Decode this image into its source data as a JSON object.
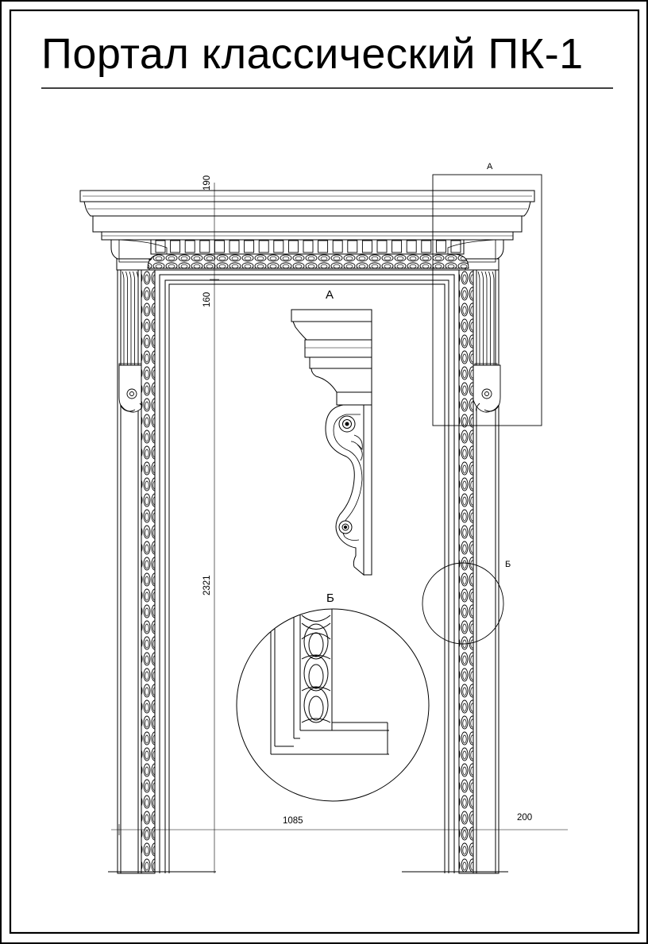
{
  "title": "Портал классический ПК-1",
  "callouts": {
    "a_frame": "А",
    "a_detail": "А",
    "b_circle": "Б",
    "b_detail": "Б"
  },
  "dimensions": {
    "cornice_height": "190",
    "frieze_height": "160",
    "opening_height": "2321",
    "opening_width": "1085",
    "pilaster_width": "200"
  }
}
